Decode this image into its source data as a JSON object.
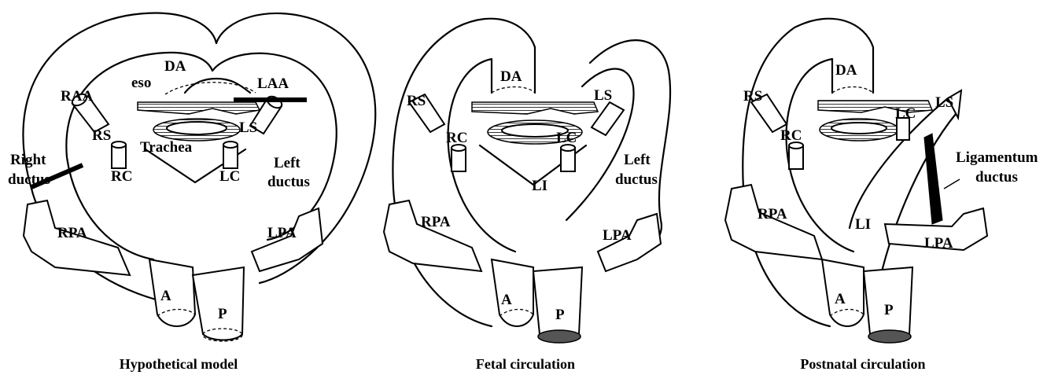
{
  "panels": [
    {
      "caption": "Hypothetical model",
      "labels": {
        "DA": "DA",
        "eso": "eso",
        "RAA": "RAA",
        "LAA": "LAA",
        "RS": "RS",
        "LS": "LS",
        "trachea": "Trachea",
        "right_ductus_1": "Right",
        "right_ductus_2": "ductus",
        "RC": "RC",
        "LC": "LC",
        "left_ductus_1": "Left",
        "left_ductus_2": "ductus",
        "RPA": "RPA",
        "LPA": "LPA",
        "A": "A",
        "P": "P"
      }
    },
    {
      "caption": "Fetal circulation",
      "labels": {
        "DA": "DA",
        "RS": "RS",
        "LS": "LS",
        "RC": "RC",
        "LC": "LC",
        "left_ductus_1": "Left",
        "left_ductus_2": "ductus",
        "LI": "LI",
        "RPA": "RPA",
        "LPA": "LPA",
        "A": "A",
        "P": "P"
      }
    },
    {
      "caption": "Postnatal circulation",
      "labels": {
        "DA": "DA",
        "RS": "RS",
        "LS": "LS",
        "RC": "RC",
        "LC": "LC",
        "ligamentum_1": "Ligamentum",
        "ligamentum_2": "ductus",
        "LI": "LI",
        "RPA": "RPA",
        "LPA": "LPA",
        "A": "A",
        "P": "P"
      }
    }
  ],
  "colors": {
    "line": "#000000",
    "shade": "#555555",
    "background": "#ffffff"
  }
}
